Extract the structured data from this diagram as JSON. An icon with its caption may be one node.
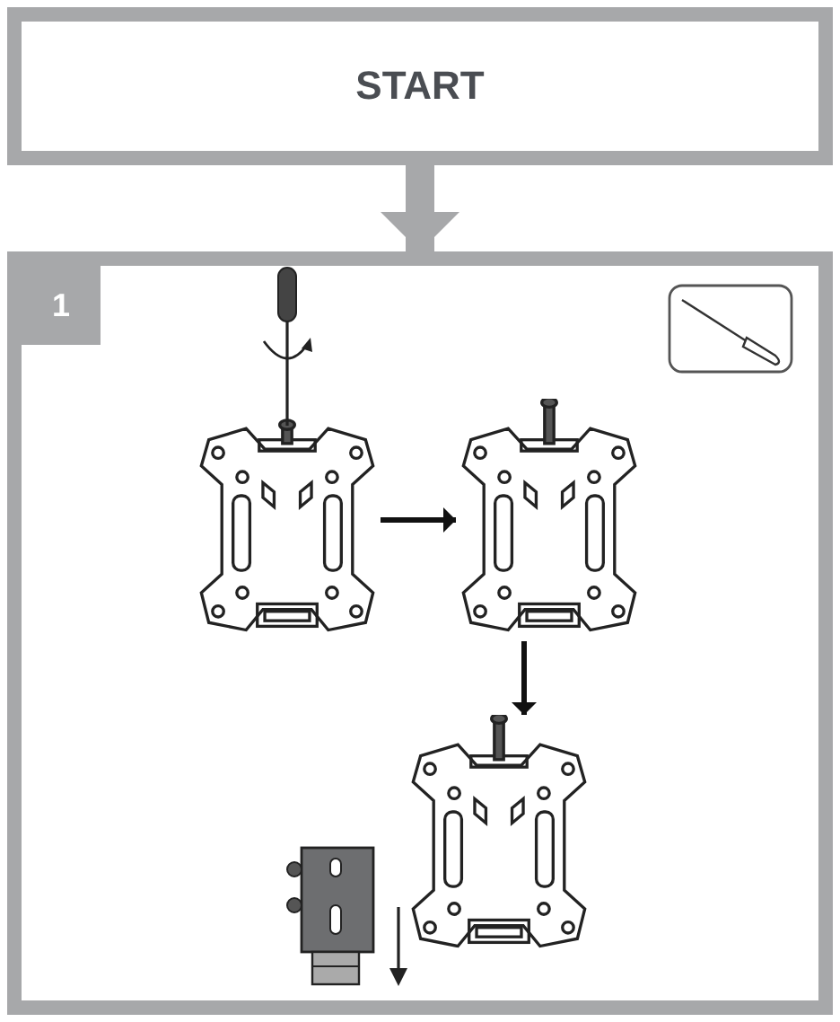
{
  "diagram": {
    "nodes": [
      {
        "text": [
          "START"
        ]
      },
      {
        "text": [
          "1"
        ]
      },
      {
        "text": [],
        "shape": "picture",
        "in": 1
      },
      {
        "text": [],
        "shape": "picture",
        "in": 1
      },
      {
        "text": [],
        "shape": "picture",
        "in": 1
      }
    ],
    "edges": [
      {
        "from": 0,
        "to": 1,
        "arrow": "to",
        "style": "thick",
        "color": "#a7a8aa"
      },
      {
        "from": 2,
        "to": 3,
        "arrow": "to"
      },
      {
        "from": 3,
        "to": 4,
        "arrow": "to"
      }
    ]
  }
}
